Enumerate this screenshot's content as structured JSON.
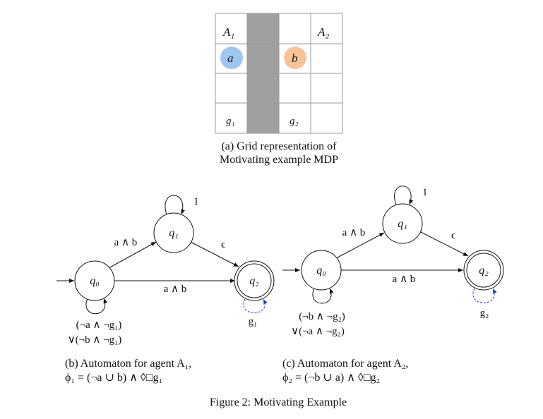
{
  "grid": {
    "cells": {
      "a1": "A₁",
      "a2": "A₂",
      "a": "a",
      "b": "b",
      "g1": "g₁",
      "g2": "g₂"
    },
    "colors": {
      "wall": "#a0a0a0",
      "agent_a": "#9ec6f0",
      "agent_b": "#f7c49a",
      "line": "#999999"
    },
    "caption_line1": "(a) Grid representation of",
    "caption_line2": "Motivating example MDP"
  },
  "automaton_b": {
    "states": {
      "q0": "q₀",
      "q1": "q₁",
      "q2": "q₂"
    },
    "edges": {
      "q0_q1": "a ∧ b",
      "q0_q2": "a ∧ b",
      "q1_q2": "ϵ",
      "q1_self": "1",
      "q2_self": "g₁",
      "q0_self_line1": "(¬a ∧ ¬g₁)",
      "q0_self_line2": "∨(¬b ∧ ¬g₁)"
    },
    "caption_line1": "(b) Automaton for agent A₁,",
    "caption_line2": "ϕ₁ = (¬a ∪ b) ∧ ◊□g₁"
  },
  "automaton_c": {
    "states": {
      "q0": "q₀",
      "q1": "q₁",
      "q2": "q₂"
    },
    "edges": {
      "q0_q1": "a ∧ b",
      "q0_q2": "a ∧ b",
      "q1_q2": "ϵ",
      "q1_self": "1",
      "q2_self": "g₂",
      "q0_self_line1": "(¬b ∧ ¬g₂)",
      "q0_self_line2": "∨(¬a ∧ ¬g₂)"
    },
    "caption_line1": "(c) Automaton for agent A₂,",
    "caption_line2": "ϕ₂ = (¬b ∪ a) ∧ ◊□g₂"
  },
  "figure_caption": "Figure 2: Motivating Example"
}
